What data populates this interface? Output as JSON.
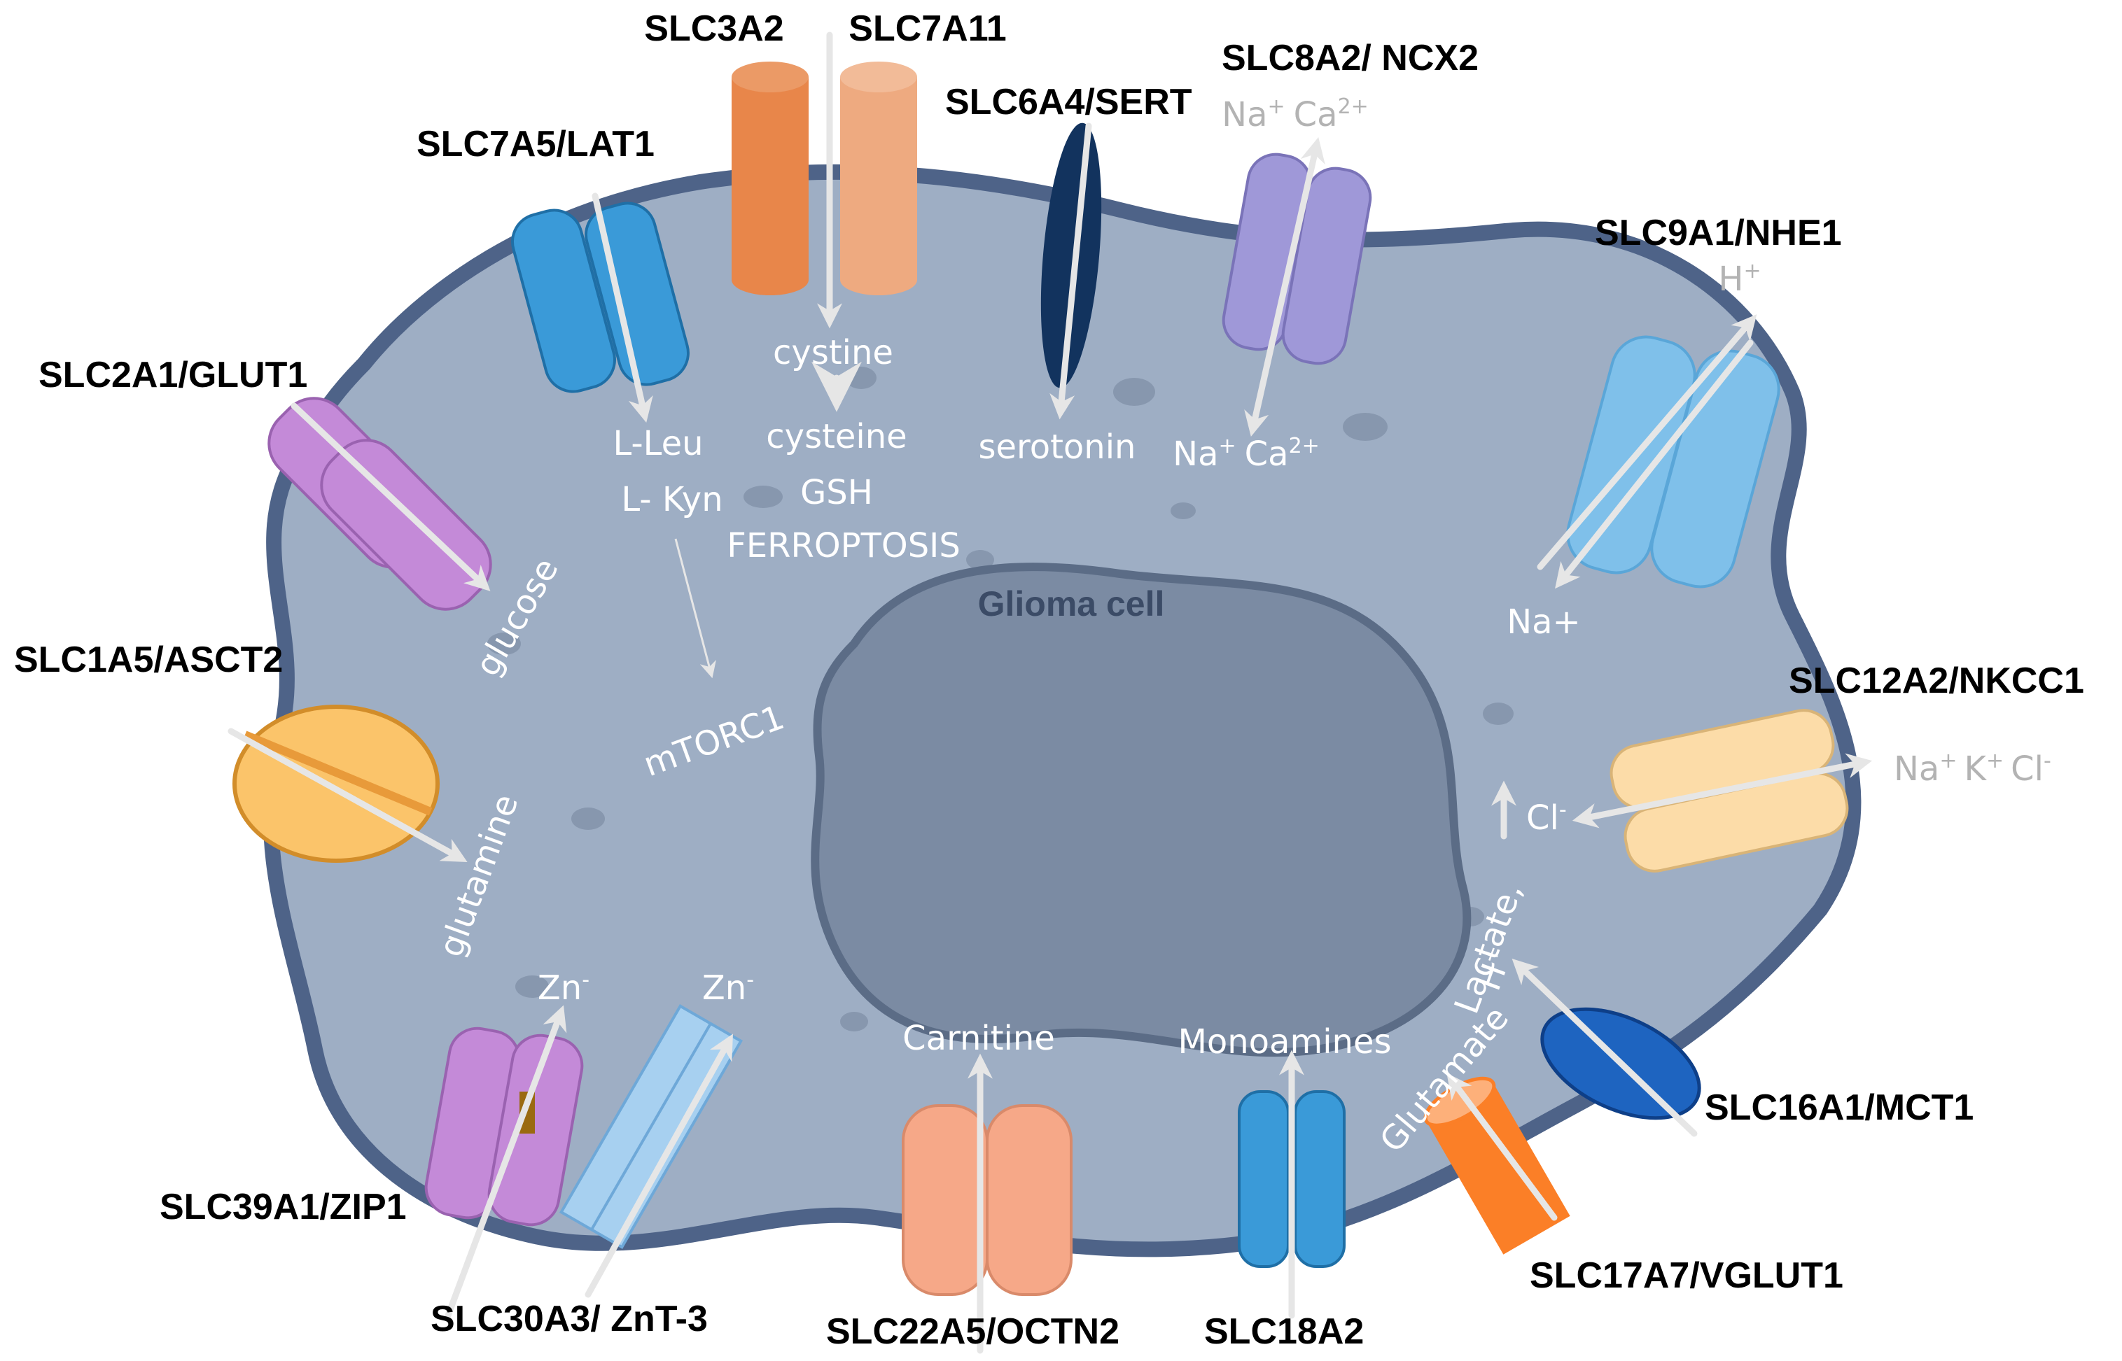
{
  "cell_label": "Glioma cell",
  "transporters": {
    "slc3a2": "SLC3A2",
    "slc7a11": "SLC7A11",
    "slc8a2": "SLC8A2/ NCX2",
    "slc6a4": "SLC6A4/SERT",
    "slc7a5": "SLC7A5/LAT1",
    "slc9a1": "SLC9A1/NHE1",
    "slc2a1": "SLC2A1/GLUT1",
    "slc1a5": "SLC1A5/ASCT2",
    "slc12a2": "SLC12A2/NKCC1",
    "slc16a1": "SLC16A1/MCT1",
    "slc39a1": "SLC39A1/ZIP1",
    "slc17a7": "SLC17A7/VGLUT1",
    "slc30a3": "SLC30A3/ ZnT-3",
    "slc22a5": "SLC22A5/OCTN2",
    "slc18a2": "SLC18A2"
  },
  "substrates": {
    "cystine": "cystine",
    "cysteine": "cysteine",
    "gsh": "GSH",
    "ferroptosis": "FERROPTOSIS",
    "lleu": "L-Leu",
    "lkyn": "L- Kyn",
    "mtorc1": "mTORC1",
    "serotonin": "serotonin",
    "na_ca_in_na": "Na",
    "na_ca_in_na_sup": "+",
    "na_ca_in_ca": "Ca",
    "na_ca_in_ca_sup": "2+",
    "na_ca_out_na": "Na",
    "na_ca_out_na_sup": "+",
    "na_ca_out_ca": "Ca",
    "na_ca_out_ca_sup": "2+",
    "h_out": "H",
    "h_out_sup": "+",
    "na_plus": "Na+",
    "glucose": "glucose",
    "glutamine": "glutamine",
    "nkcc_out_na": "Na",
    "nkcc_out_na_sup": "+",
    "nkcc_out_k": "K",
    "nkcc_out_k_sup": "+",
    "nkcc_out_cl": "Cl",
    "nkcc_out_cl_sup": "-",
    "cl_in": "Cl",
    "cl_in_sup": "-",
    "lactate": "Lactate,",
    "lactate_h": "H",
    "lactate_h_sup": "+",
    "glutamate": "Glutamate",
    "zn1": "Zn",
    "zn1_sup": "-",
    "zn2": "Zn",
    "zn2_sup": "-",
    "carnitine": "Carnitine",
    "monoamines": "Monoamines"
  },
  "colors": {
    "cytoplasm": "#9eaec4",
    "membrane": "#4e6388",
    "nucleus": "#7b8ba3",
    "nucleus_edge": "#5b6c86",
    "orange_dark": "#e8864a",
    "orange_light": "#eeaa80",
    "blue": "#3a9ad8",
    "navy": "#12335e",
    "lavender": "#9f98d8",
    "light_blue": "#7fc0ea",
    "purple": "#c48ad8",
    "yellow_orange": "#fbc46a",
    "cream": "#fcdca8",
    "royal_blue": "#1e64c0",
    "bright_orange": "#fb7f27",
    "salmon": "#f6a888"
  }
}
